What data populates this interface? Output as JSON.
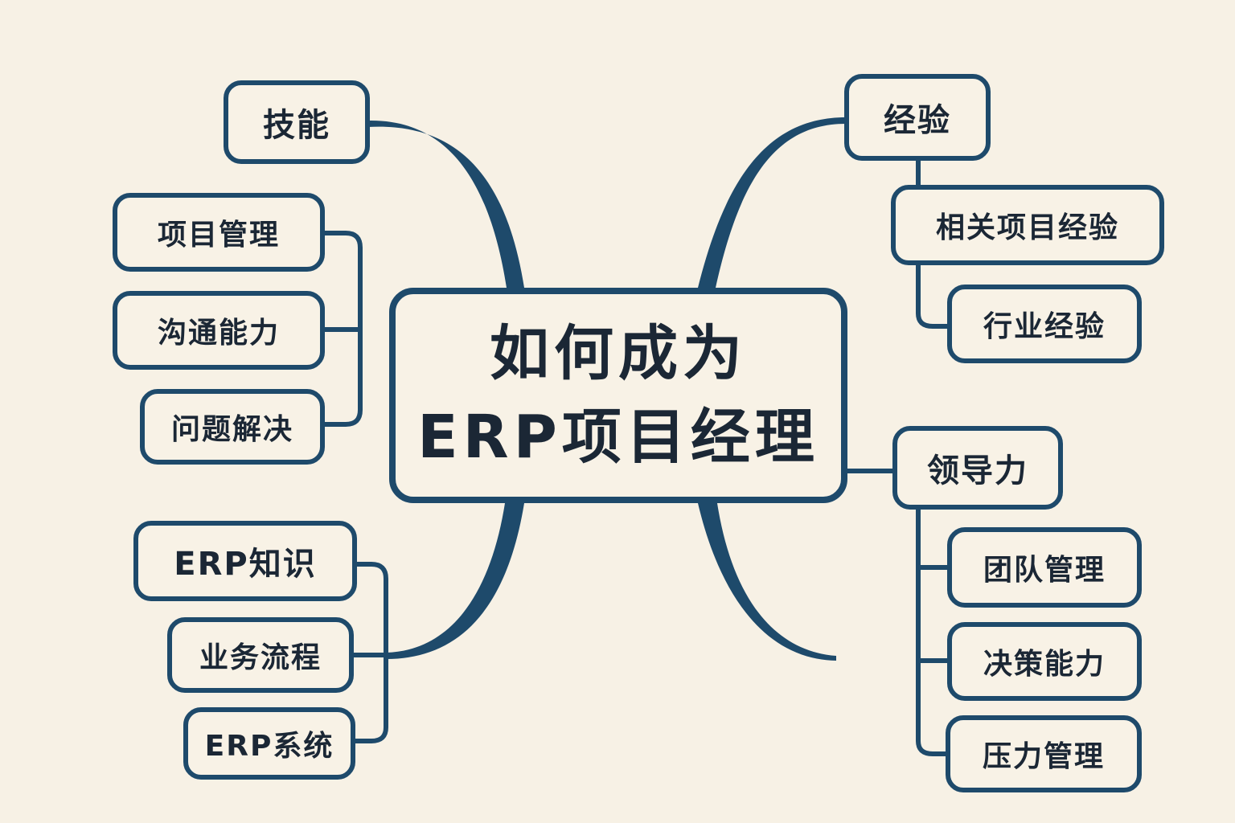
{
  "title": {
    "line1": "如何成为",
    "line2": "ERP项目经理"
  },
  "colors": {
    "background": "#f7f1e5",
    "line": "#1e4a6b",
    "text": "#1b2735"
  },
  "branches": {
    "skills": {
      "label": "技能",
      "children": [
        "项目管理",
        "沟通能力",
        "问题解决"
      ]
    },
    "experience": {
      "label": "经验",
      "children": [
        "相关项目经验",
        "行业经验"
      ]
    },
    "erp_knowledge": {
      "label": "ERP知识",
      "children": [
        "业务流程",
        "ERP系统"
      ]
    },
    "leadership": {
      "label": "领导力",
      "children": [
        "团队管理",
        "决策能力",
        "压力管理"
      ]
    }
  }
}
